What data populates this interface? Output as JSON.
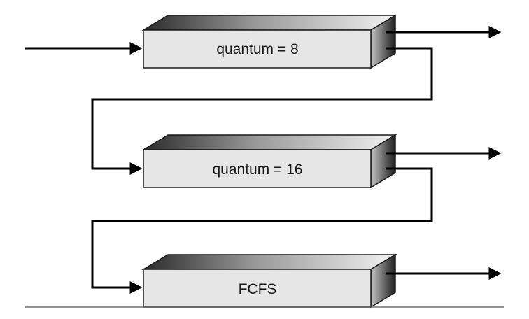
{
  "queues": [
    {
      "label": "quantum = 8"
    },
    {
      "label": "quantum = 16"
    },
    {
      "label": "FCFS"
    }
  ],
  "colors": {
    "front_face": "#e6e6e6",
    "top_face_dark": "#2b2b2b",
    "top_face_light": "#f2f2f2",
    "side_face_dark": "#222222",
    "side_face_light": "#bdbdbd",
    "arrows": "#000000",
    "baseline": "#555555"
  }
}
